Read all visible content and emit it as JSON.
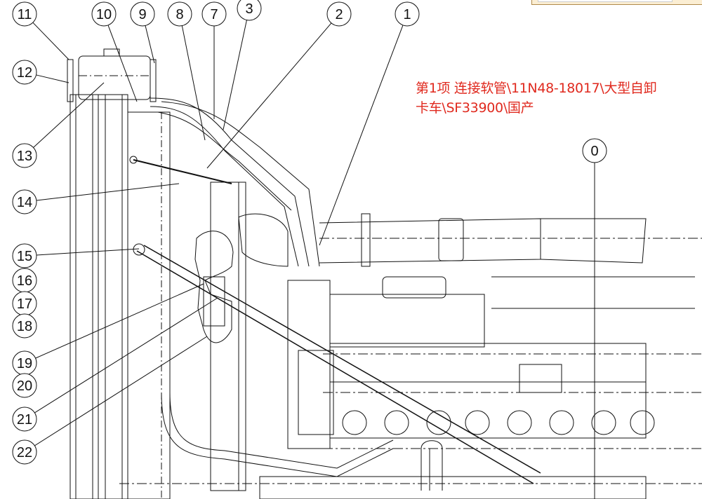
{
  "title": "连接软管装配图",
  "note": {
    "line1": "第1项  连接软管\\11N48-18017\\大型自卸",
    "line2": "卡车\\SF33900\\国产"
  },
  "callouts": [
    "11",
    "10",
    "9",
    "8",
    "7",
    "3",
    "2",
    "1",
    "12",
    "13",
    "14",
    "15",
    "16",
    "17",
    "18",
    "19",
    "20",
    "21",
    "22",
    "0"
  ],
  "colors": {
    "line": "#111111",
    "note": "#e02a1f"
  }
}
